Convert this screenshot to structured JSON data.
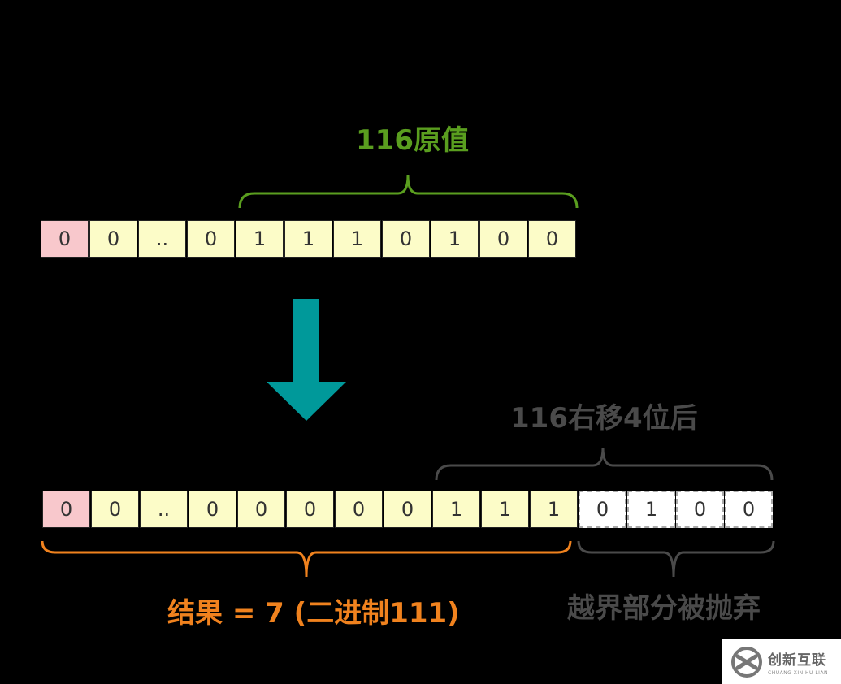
{
  "labels": {
    "original": "116原值",
    "shifted": "116右移4位后",
    "result": "结果 = 7 (二进制111)",
    "discarded": "越界部分被抛弃"
  },
  "original_row": [
    {
      "value": "0",
      "kind": "sign"
    },
    {
      "value": "0",
      "kind": "normal"
    },
    {
      "value": "..",
      "kind": "normal"
    },
    {
      "value": "0",
      "kind": "normal"
    },
    {
      "value": "1",
      "kind": "normal"
    },
    {
      "value": "1",
      "kind": "normal"
    },
    {
      "value": "1",
      "kind": "normal"
    },
    {
      "value": "0",
      "kind": "normal"
    },
    {
      "value": "1",
      "kind": "normal"
    },
    {
      "value": "0",
      "kind": "normal"
    },
    {
      "value": "0",
      "kind": "normal"
    }
  ],
  "shifted_row": [
    {
      "value": "0",
      "kind": "sign"
    },
    {
      "value": "0",
      "kind": "normal"
    },
    {
      "value": "..",
      "kind": "normal"
    },
    {
      "value": "0",
      "kind": "normal"
    },
    {
      "value": "0",
      "kind": "normal"
    },
    {
      "value": "0",
      "kind": "normal"
    },
    {
      "value": "0",
      "kind": "normal"
    },
    {
      "value": "0",
      "kind": "normal"
    },
    {
      "value": "1",
      "kind": "normal"
    },
    {
      "value": "1",
      "kind": "normal"
    },
    {
      "value": "1",
      "kind": "normal"
    },
    {
      "value": "0",
      "kind": "discard"
    },
    {
      "value": "1",
      "kind": "discard"
    },
    {
      "value": "0",
      "kind": "discard"
    },
    {
      "value": "0",
      "kind": "discard"
    }
  ],
  "colors": {
    "background": "#000000",
    "sign_cell": "#f8c8cc",
    "bit_cell": "#fcfcc8",
    "discard_cell": "#ffffff",
    "original_accent": "#5a9e1f",
    "result_accent": "#f0821e",
    "shifted_accent": "#4a4a4a",
    "arrow": "#00999a"
  },
  "watermark": {
    "name": "创新互联",
    "pinyin": "CHUANG XIN HU LIAN"
  }
}
